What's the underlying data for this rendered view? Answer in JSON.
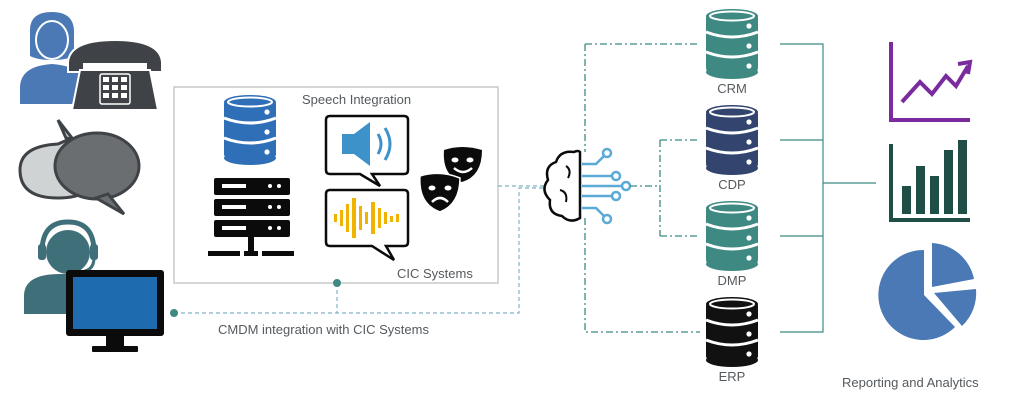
{
  "panel": {
    "speech_title": "Speech Integration",
    "cic_title": "CIC Systems"
  },
  "integration_caption": "CMDM integration with CIC Systems",
  "databases": [
    {
      "label": "CRM",
      "color": "#3e8a83"
    },
    {
      "label": "CDP",
      "color": "#33456f"
    },
    {
      "label": "DMP",
      "color": "#3e8a83"
    },
    {
      "label": "ERP",
      "color": "#111111"
    }
  ],
  "reporting_label": "Reporting and Analytics",
  "colors": {
    "connector": "#3e8a83",
    "connector_light": "#7fb3c4",
    "person": "#4a79b5",
    "phone": "#3f4347",
    "bubble_front": "#6b6e70",
    "bubble_back": "#d0d3d4",
    "agent": "#3f6f78",
    "monitor_screen": "#1f6bb0",
    "db_blue": "#2f6fb7",
    "speaker": "#3c92c9",
    "waveform": "#f0b400",
    "brain": "#5aa9d6",
    "line_chart": "#7a2c9e",
    "bar_chart": "#1f4e46",
    "pie": "#4a79b5"
  },
  "icons": [
    "person-icon",
    "telephone-icon",
    "speech-bubbles-icon",
    "agent-headset-icon",
    "monitor-icon",
    "database-icon",
    "server-rack-icon",
    "speaker-icon",
    "waveform-icon",
    "theater-masks-icon",
    "ai-brain-icon",
    "line-chart-icon",
    "bar-chart-icon",
    "pie-chart-icon"
  ]
}
